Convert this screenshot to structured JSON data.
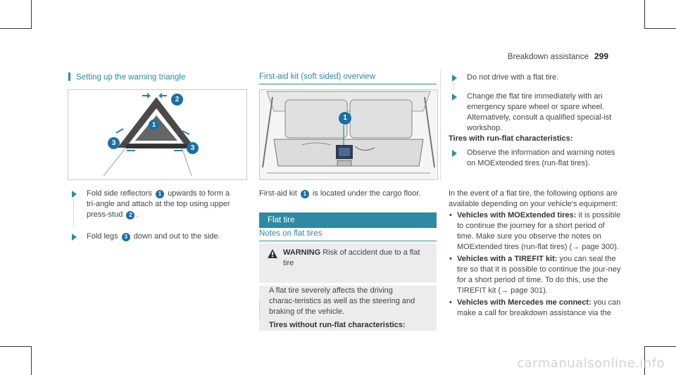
{
  "header": {
    "title": "Breakdown assistance",
    "page": "299"
  },
  "triangle": {
    "title": "Setting up the warning triangle",
    "steps": [
      {
        "pre": "Fold side reflectors",
        "num": "1",
        "post": "upwards to form a tri‑angle and attach at the top using upper press‑stud",
        "num2": "2",
        "post2": "."
      },
      {
        "pre": "Fold legs",
        "num": "3",
        "post": "down and out to the side."
      }
    ],
    "callouts": [
      "1",
      "2",
      "3",
      "3"
    ]
  },
  "firstaid": {
    "title": "First-aid kit (soft sided) overview",
    "caption_pre": "First-aid kit",
    "caption_num": "1",
    "caption_post": "is located under the cargo floor.",
    "callout": "1"
  },
  "flat": {
    "banner": "Flat tire",
    "subtitle": "Notes on flat tires",
    "warning_label": "WARNING",
    "warning_text": "Risk of accident due to a flat tire",
    "body": "A flat tire severely affects the driving charac‑teristics as well as the steering and braking of the vehicle.",
    "without_heading": "Tires without run-flat characteristics:"
  },
  "right": {
    "steps": [
      "Do not drive with a flat tire.",
      "Change the flat tire immediately with an emergency spare wheel or spare wheel. Alternatively, consult a qualified special‑ist workshop."
    ],
    "runflat_heading": "Tires with run-flat characteristics:",
    "runflat_step": "Observe the information and warning notes on MOExtended tires (run-flat tires).",
    "intro": "In the event of a flat tire, the following options are available depending on your vehicle's equipment:",
    "bullets": [
      {
        "label": "Vehicles with MOExtended tires:",
        "text": "it is possible to continue the journey for a short period of time. Make sure you observe the notes on MOExtended tires (run-flat tires) (→ page 300)."
      },
      {
        "label": "Vehicles with a TIREFIT kit:",
        "text": "you can seal the tire so that it is possible to continue the jour‑ney for a short period of time. To do this, use the TIREFIT kit (→ page 301)."
      },
      {
        "label": "Vehicles with Mercedes me connect:",
        "text": "you can make a call for breakdown assistance via the"
      }
    ]
  },
  "watermark": "carmanualsonline.info"
}
